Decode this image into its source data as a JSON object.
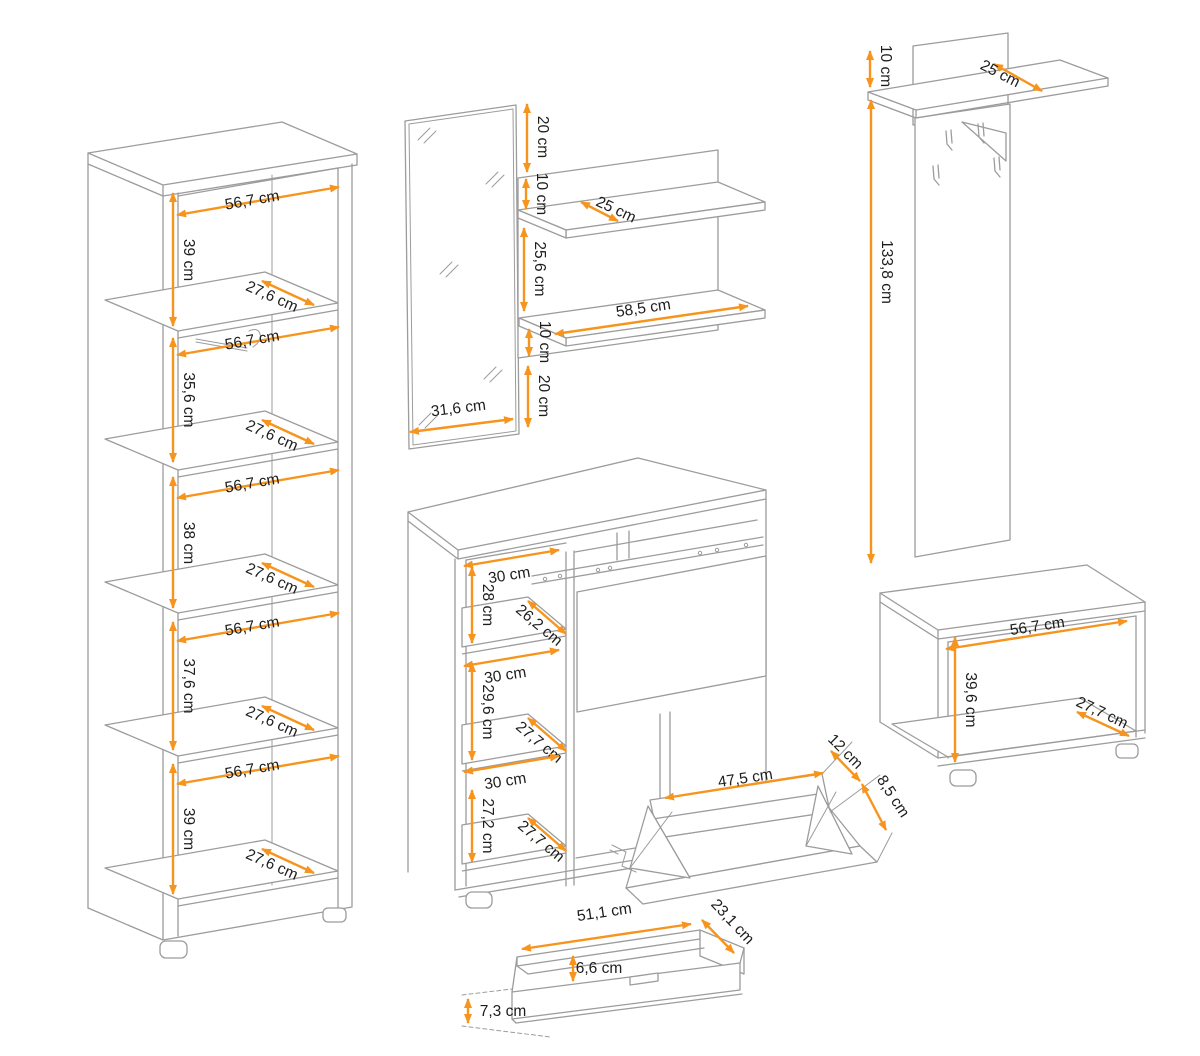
{
  "diagram": {
    "description": "Hallway furniture set dimension drawing",
    "unit": "cm",
    "colors": {
      "dimension_accent": "#F7941D",
      "outline": "#9c9c9c",
      "label_text": "#1d1d1b",
      "background": "#ffffff"
    }
  },
  "pieces": {
    "tall_cabinet": {
      "label": "tall open shelf cabinet",
      "dims": {
        "widths": [
          "56,7 cm",
          "56,7 cm",
          "56,7 cm",
          "56,7 cm",
          "56,7 cm"
        ],
        "heights": [
          "39 cm",
          "35,6 cm",
          "38 cm",
          "37,6 cm",
          "39 cm"
        ],
        "depths": [
          "27,6 cm",
          "27,6 cm",
          "27,6 cm",
          "27,6 cm",
          "27,6 cm"
        ]
      }
    },
    "mirror": {
      "label": "wall mirror",
      "dims": {
        "width": "31,6 cm"
      }
    },
    "wall_shelf": {
      "label": "wall shelf with two boards",
      "dims": {
        "top_offset": "20 cm",
        "upper_gap": "10 cm",
        "top_shelf_depth": "25 cm",
        "between_shelves": "25,6 cm",
        "lower_gap": "10 cm",
        "bottom_offset": "20 cm",
        "bottom_shelf_width": "58,5 cm"
      }
    },
    "coat_panel": {
      "label": "coat rack panel with hooks",
      "dims": {
        "shelf_rise": "10 cm",
        "shelf_depth": "25 cm",
        "panel_height": "133,8 cm"
      }
    },
    "shoe_cabinet": {
      "label": "shoe cabinet with tilt-out compartments",
      "dims": {
        "compartments": [
          {
            "width": "30 cm",
            "height": "28 cm",
            "depth": "26,2 cm"
          },
          {
            "width": "30 cm",
            "height": "29,6 cm",
            "depth": "27,7 cm"
          },
          {
            "width": "30 cm",
            "height": "27,2 cm",
            "depth": "27,7 cm"
          }
        ],
        "flap_width": "47,5 cm",
        "flap_opening": "12 cm",
        "flap_edge": "8,5 cm"
      }
    },
    "bench": {
      "label": "shoe bench",
      "dims": {
        "width": "56,7 cm",
        "height": "39,6 cm",
        "depth": "27,7 cm"
      }
    },
    "drawer": {
      "label": "drawer box",
      "dims": {
        "width": "51,1 cm",
        "depth": "23,1 cm",
        "inner_height": "6,6 cm",
        "front_height": "7,3 cm"
      }
    }
  }
}
